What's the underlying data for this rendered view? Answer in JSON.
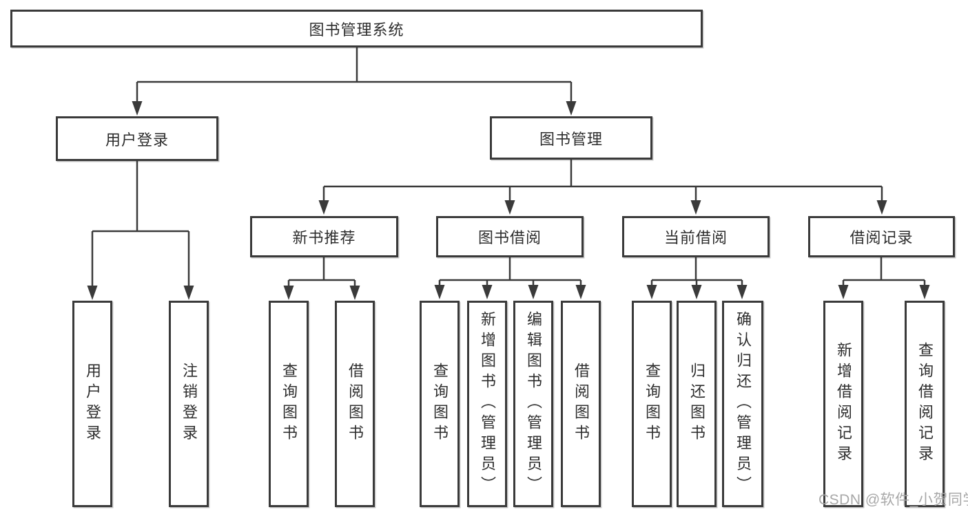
{
  "diagram": {
    "type": "hierarchy-tree",
    "root": {
      "label": "图书管理系统"
    },
    "branches": [
      {
        "label": "用户登录",
        "children": [
          "用户登录",
          "注销登录"
        ]
      },
      {
        "label": "图书管理",
        "sections": [
          {
            "label": "新书推荐",
            "children": [
              "查询图书",
              "借阅图书"
            ]
          },
          {
            "label": "图书借阅",
            "children": [
              "查询图书",
              "新增图书（管理员）",
              "编辑图书（管理员）",
              "借阅图书"
            ]
          },
          {
            "label": "当前借阅",
            "children": [
              "查询图书",
              "归还图书",
              "确认归还（管理员）"
            ]
          },
          {
            "label": "借阅记录",
            "children": [
              "新增借阅记录",
              "查询借阅记录"
            ]
          }
        ]
      }
    ]
  },
  "watermark": {
    "text": "CSDN @软件_小贺同学"
  },
  "colors": {
    "line": "#3a3a3a",
    "box_border": "#3a3a3a",
    "text": "#2d2d2d",
    "watermark": "#a8a8a8",
    "background": "#ffffff"
  }
}
